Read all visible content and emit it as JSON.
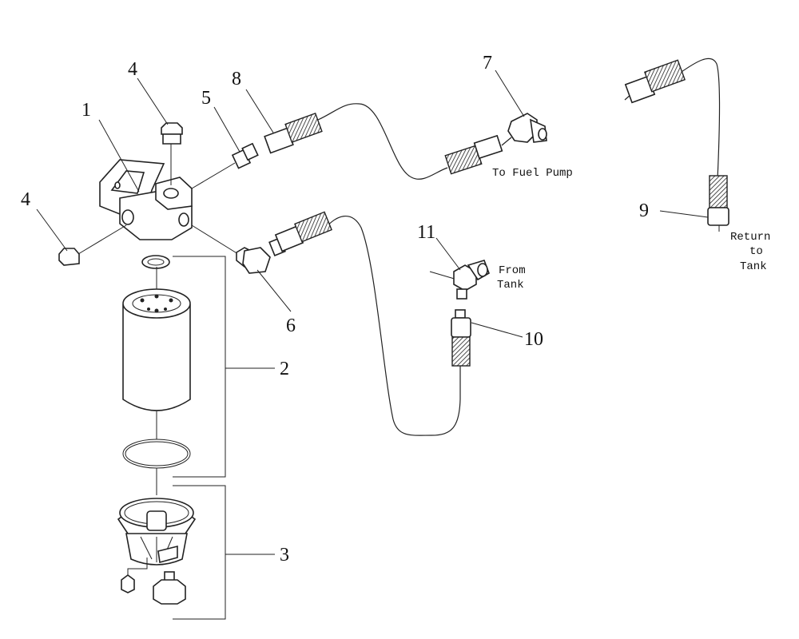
{
  "diagram": {
    "callouts": {
      "c1": "1",
      "c2": "2",
      "c3": "3",
      "c4a": "4",
      "c4b": "4",
      "c5": "5",
      "c6": "6",
      "c7": "7",
      "c8": "8",
      "c9": "9",
      "c10": "10",
      "c11": "11"
    },
    "notes": {
      "fuel_pump": "To Fuel Pump",
      "from_tank_1": "From",
      "from_tank_2": "Tank",
      "return_1": "Return",
      "return_2": "to",
      "return_3": "Tank"
    }
  }
}
